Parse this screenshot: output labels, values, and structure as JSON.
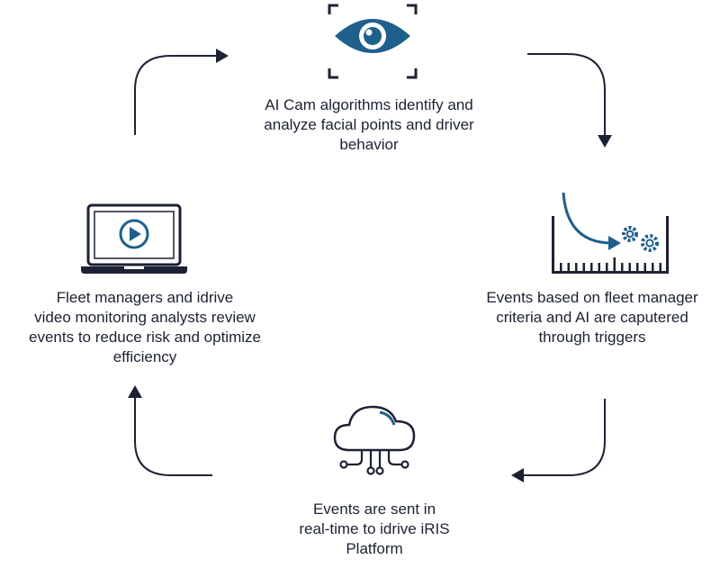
{
  "diagram": {
    "steps": [
      {
        "icon": "eye-focus-icon",
        "lines": [
          "AI Cam algorithms identify and",
          "analyze facial points and driver",
          "behavior"
        ]
      },
      {
        "icon": "trigger-gears-icon",
        "lines": [
          "Events based on fleet manager",
          "criteria and AI are caputered",
          "through triggers"
        ]
      },
      {
        "icon": "cloud-network-icon",
        "lines": [
          "Events are sent in",
          "real-time to idrive iRIS",
          "Platform"
        ]
      },
      {
        "icon": "laptop-play-icon",
        "lines": [
          "Fleet managers and idrive",
          "video monitoring analysts review",
          "events to reduce risk and optimize",
          "efficiency"
        ]
      }
    ],
    "colors": {
      "text": "#1c2233",
      "icon_dark": "#1c2233",
      "accent": "#1f5f8b",
      "arrow": "#1c2233"
    }
  }
}
